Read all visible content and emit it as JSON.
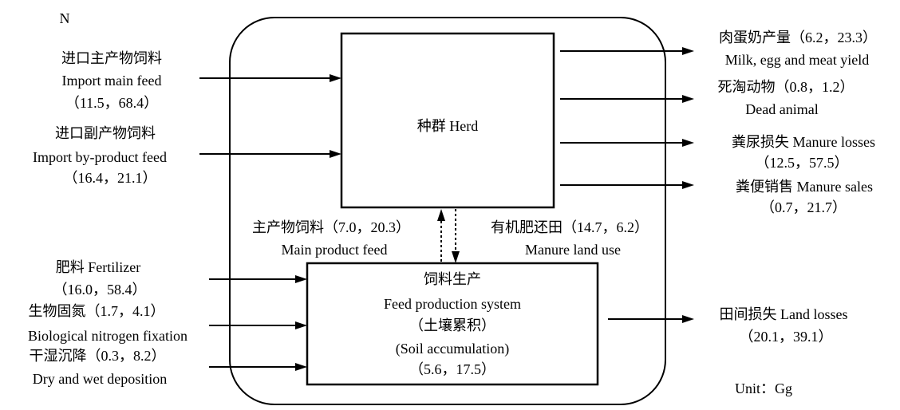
{
  "diagram": {
    "corner_label": "N",
    "herd": {
      "label": "种群 Herd"
    },
    "feed_production": {
      "lines": [
        "饲料生产",
        "Feed production system",
        "（土壤累积）",
        "(Soil accumulation)",
        "（5.6，17.5）"
      ]
    },
    "inputs_to_herd": [
      {
        "zh": "进口主产物饲料",
        "en": "Import main feed",
        "values": "（11.5，68.4）"
      },
      {
        "zh": "进口副产物饲料",
        "en": "Import by-product feed",
        "values": "（16.4，21.1）"
      }
    ],
    "outputs_from_herd": [
      {
        "line1": "肉蛋奶产量（6.2，23.3）",
        "line2": "Milk, egg and meat yield"
      },
      {
        "line1": "死淘动物（0.8，1.2）",
        "line2": "Dead animal"
      },
      {
        "line1": "粪尿损失 Manure losses",
        "line2": "（12.5，57.5）"
      },
      {
        "line1": "粪便销售 Manure sales",
        "line2": "（0.7，21.7）"
      }
    ],
    "internal_flows": [
      {
        "line1": "主产物饲料（7.0，20.3）",
        "line2": "Main product feed"
      },
      {
        "line1": "有机肥还田（14.7，6.2）",
        "line2": "Manure land use"
      }
    ],
    "inputs_to_feed": [
      {
        "line1": "肥料 Fertilizer",
        "line2": "（16.0，58.4）"
      },
      {
        "line1": "生物固氮（1.7，4.1）",
        "line2": "Biological nitrogen fixation"
      },
      {
        "line1": "干湿沉降（0.3，8.2）",
        "line2": "Dry and wet deposition"
      }
    ],
    "outputs_from_feed": [
      {
        "line1": "田间损失 Land losses",
        "line2": "（20.1，39.1）"
      }
    ],
    "unit": "Unit：Gg"
  },
  "colors": {
    "stroke": "#000000",
    "text": "#000000",
    "background": "#ffffff"
  }
}
